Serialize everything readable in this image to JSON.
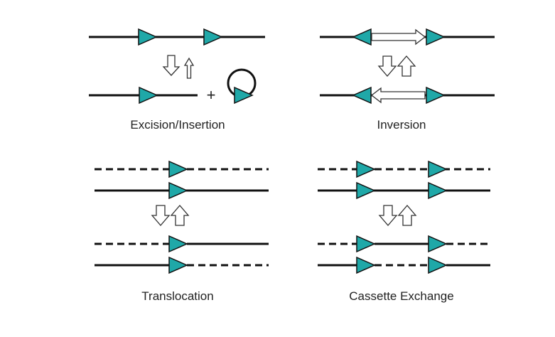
{
  "colors": {
    "site_fill": "#1fa8a8",
    "line": "#111111",
    "arrow_fill": "#ffffff"
  },
  "panels": {
    "excision_insertion": {
      "caption": "Excision/Insertion",
      "operator": "+"
    },
    "inversion": {
      "caption": "Inversion"
    },
    "translocation": {
      "caption": "Translocation"
    },
    "cassette_exchange": {
      "caption": "Cassette Exchange"
    }
  }
}
